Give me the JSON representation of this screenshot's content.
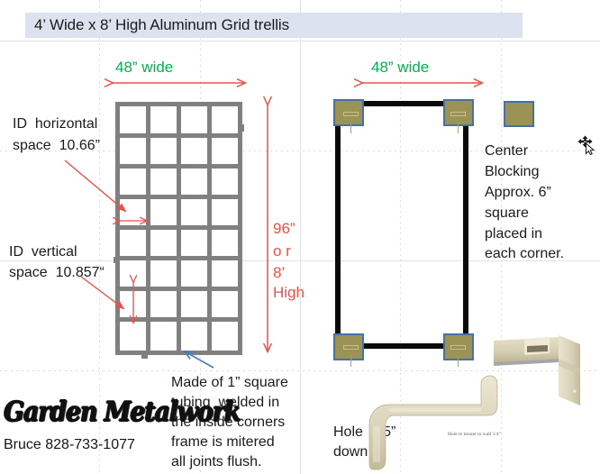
{
  "title": {
    "text": "4’ Wide x 8’ High Aluminum Grid trellis"
  },
  "dimensions": {
    "left_width_label": "48” wide",
    "right_width_label": "48” wide",
    "height_label_line1": "96”",
    "height_label_line2": "o r",
    "height_label_line3": "8’",
    "height_label_line4": "High"
  },
  "annotations": {
    "id_horizontal_line1": "ID  horizontal",
    "id_horizontal_line2": "space  10.66”",
    "id_vertical_line1": "ID  vertical",
    "id_vertical_line2": "space  10.857“",
    "tubing_line1": "Made of 1” square",
    "tubing_line2": "tubing  welded in",
    "tubing_line3": "the inside corners",
    "tubing_line4": "frame is mitered",
    "tubing_line5": "all joints flush.",
    "blocking_line1": "Center",
    "blocking_line2": "Blocking",
    "blocking_line3": "Approx. 6”",
    "blocking_line4": "square",
    "blocking_line5": "placed in",
    "blocking_line6": "each corner.",
    "hole_line1": "Hole  1.5”",
    "hole_line2": "down",
    "bracket_caption": "Hole to mount to wall 1/4\""
  },
  "branding": {
    "logo": "Garden Metalwork",
    "contact": "Bruce 828-733-1077"
  },
  "grid": {
    "columns": 4,
    "rows": 8
  },
  "colors": {
    "title_band": "#dce3ee",
    "dimension_green": "#00b14f",
    "arrow_red": "#e8524a",
    "arrow_blue": "#4a7ebb",
    "grid_gray": "#808080",
    "frame_black": "#0a0a0a",
    "block_olive": "#9b9355",
    "block_border_blue": "#4472a8",
    "bracket_beige": "#ddd6bd"
  }
}
